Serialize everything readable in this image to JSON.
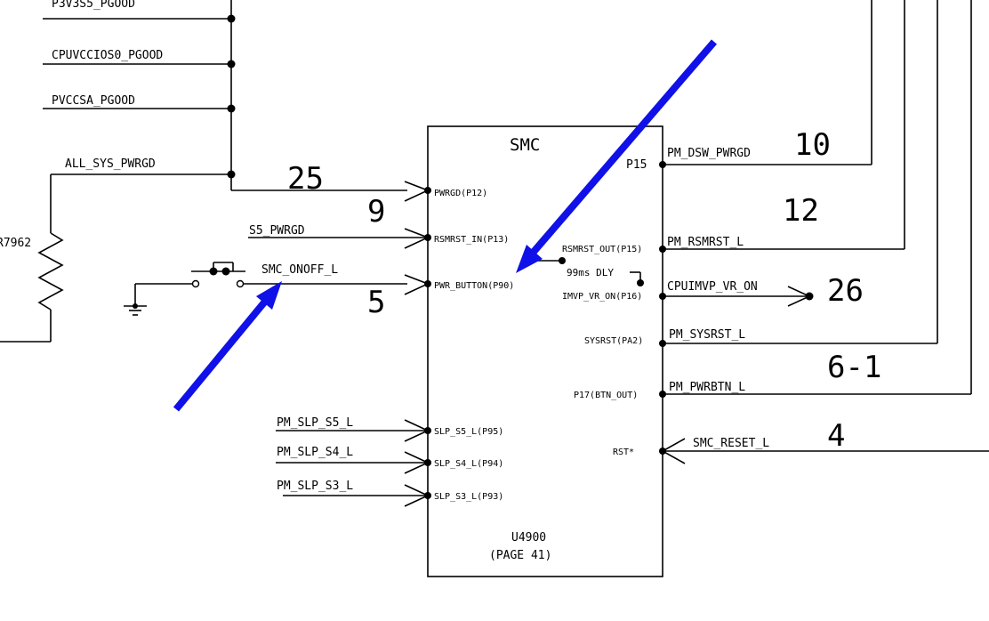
{
  "nets": {
    "p3v3s5_pgood": "P3V3S5_PGOOD",
    "cpuvccios0_pgood": "CPUVCCIOS0_PGOOD",
    "pvccsa_pgood": "PVCCSA_PGOOD",
    "all_sys_pwrgd": "ALL_SYS_PWRGD",
    "s5_pwrgd": "S5_PWRGD",
    "smc_onoff_l": "SMC_ONOFF_L",
    "pm_slp_s5_l": "PM_SLP_S5_L",
    "pm_slp_s4_l": "PM_SLP_S4_L",
    "pm_slp_s3_l": "PM_SLP_S3_L",
    "pm_dsw_pwrgd": "PM_DSW_PWRGD",
    "pm_rsmrst_l": "PM_RSMRST_L",
    "cpuimvp_vr_on": "CPUIMVP_VR_ON",
    "pm_sysrst_l": "PM_SYSRST_L",
    "pm_pwrbtn_l": "PM_PWRBTN_L",
    "smc_reset_l": "SMC_RESET_L"
  },
  "resistor": "R7962",
  "chip": {
    "title": "SMC",
    "ref": "U4900",
    "page": "(PAGE 41)",
    "delay_label": "99ms DLY",
    "pins_left": {
      "pwrgd": "PWRGD(P12)",
      "rsmrst_in": "RSMRST_IN(P13)",
      "pwr_button": "PWR_BUTTON(P90)",
      "slp_s5": "SLP_S5_L(P95)",
      "slp_s4": "SLP_S4_L(P94)",
      "slp_s3": "SLP_S3_L(P93)"
    },
    "pins_right": {
      "p15": "P15",
      "rsmrst_out": "RSMRST_OUT(P15)",
      "imvp_vr_on": "IMVP_VR_ON(P16)",
      "sysrst": "SYSRST(PA2)",
      "btn_out": "P17(BTN_OUT)",
      "rst": "RST*"
    }
  },
  "step_numbers": {
    "n25": "25",
    "n9": "9",
    "n5": "5",
    "n10": "10",
    "n12": "12",
    "n26": "26",
    "n6_1": "6-1",
    "n4": "4"
  },
  "colors": {
    "wire": "#000000",
    "arrow": "#1010e8",
    "background": "#ffffff"
  }
}
